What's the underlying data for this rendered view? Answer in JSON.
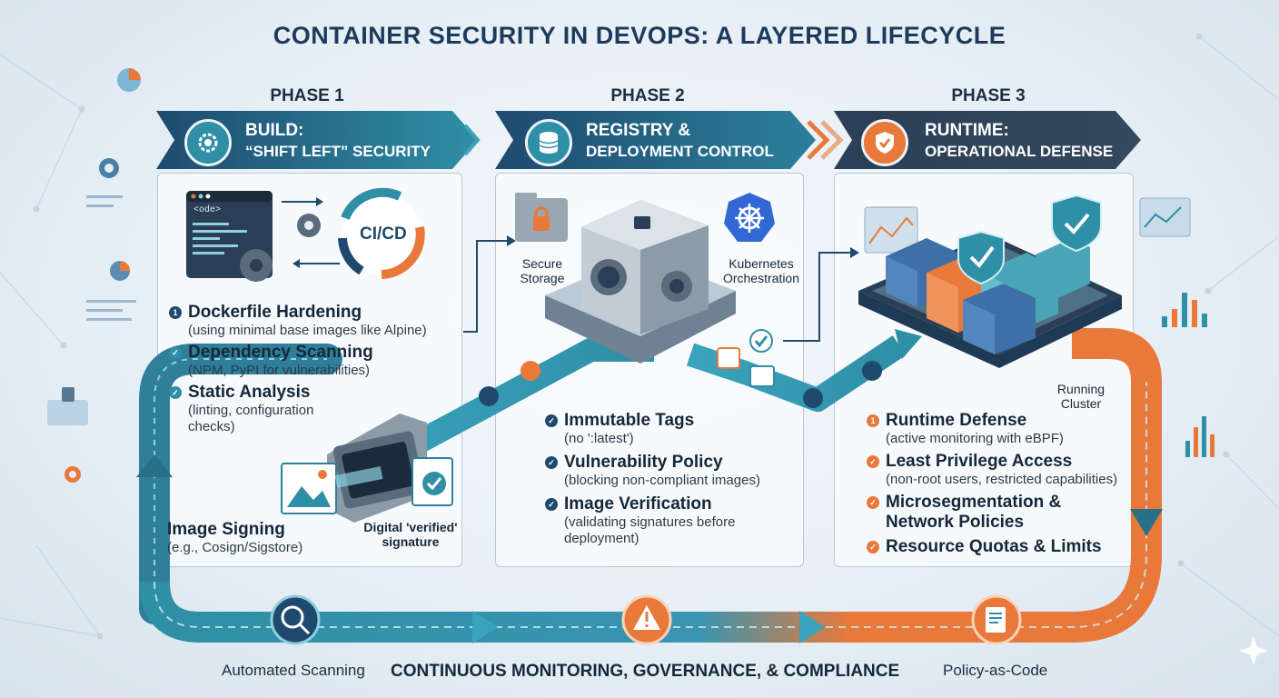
{
  "title": "CONTAINER SECURITY IN DEVOPS: A LAYERED LIFECYCLE",
  "phases": [
    {
      "label": "PHASE 1",
      "banner_line1": "BUILD:",
      "banner_line2": "“SHIFT LEFT” SECURITY",
      "icon": "gear-icon",
      "items": [
        {
          "title": "Dockerfile Hardening",
          "sub": "(using minimal base images like Alpine)"
        },
        {
          "title": "Dependency Scanning",
          "sub": "(NPM, PyPI for vulnerabilities)"
        },
        {
          "title": "Static Analysis",
          "sub": "(linting, configuration checks)"
        }
      ],
      "code_tag": "<ode>",
      "cicd_label": "CI/CD",
      "signing_title": "Image Signing",
      "signing_sub": "(e.g., Cosign/Sigstore)",
      "signature_label": "Digital 'verified' signature"
    },
    {
      "label": "PHASE 2",
      "banner_line1": "REGISTRY &",
      "banner_line2": "DEPLOYMENT CONTROL",
      "icon": "database-icon",
      "items": [
        {
          "title": "Immutable Tags",
          "sub": "(no ':latest')"
        },
        {
          "title": "Vulnerability Policy",
          "sub": "(blocking non-compliant images)"
        },
        {
          "title": "Image Verification",
          "sub": "(validating signatures before deployment)"
        }
      ],
      "storage_label": "Secure Storage",
      "k8s_label": "Kubernetes Orchestration"
    },
    {
      "label": "PHASE 3",
      "banner_line1": "RUNTIME:",
      "banner_line2": "OPERATIONAL DEFENSE",
      "icon": "shield-check-icon",
      "items": [
        {
          "title": "Runtime Defense",
          "sub": "(active monitoring with eBPF)"
        },
        {
          "title": "Least Privilege Access",
          "sub": "(non-root users, restricted capabilities)"
        },
        {
          "title": "Microsegmentation & Network Policies",
          "sub": ""
        },
        {
          "title": "Resource Quotas & Limits",
          "sub": ""
        }
      ],
      "cluster_label": "Running Cluster"
    }
  ],
  "bottom": {
    "left_label": "Automated Scanning",
    "center_label": "CONTINUOUS MONITORING, GOVERNANCE, & COMPLIANCE",
    "right_label": "Policy-as-Code"
  },
  "colors": {
    "teal": "#2f8fa6",
    "navy": "#1f4a6e",
    "orange": "#e8793a",
    "dark": "#2a3f55"
  }
}
